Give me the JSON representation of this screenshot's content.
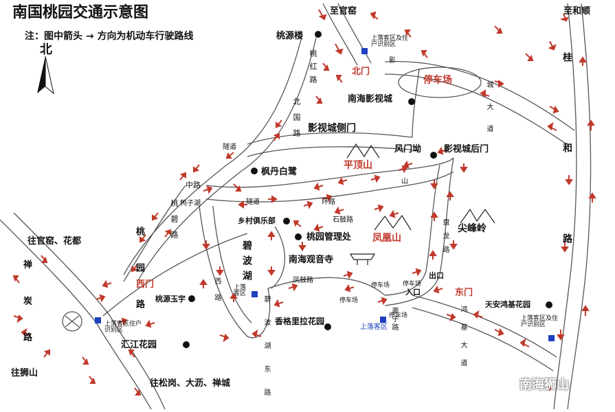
{
  "title": "南国桃园交通示意图",
  "note": "注：图中箭头 → 方向为机动车行驶路线",
  "north": "北",
  "watermark": "南海狮山",
  "directions": {
    "top": "至官窑",
    "top_right": "至和顺",
    "left": "往官窑、花都",
    "bottom_left": "往狮山",
    "bottom": "往松岗、大沥、禅城"
  },
  "roads": {
    "taoyuan_road": "桃园路",
    "guihe_road": "桂和路",
    "chan_tan_road": "禅炭路",
    "taohong_road": "桃红路",
    "beiguo_road": "北国路",
    "zhonglu": "中路",
    "taobi_road": "桃碧路",
    "huanlu": "环路",
    "shigu_road": "石鼓路",
    "panlong_road": "盘龙路",
    "bibo_lake_east": "碧波湖东路",
    "hongji_road": "鸿基大道",
    "hongji_road2": "鸿基大道",
    "suidao": "隧道",
    "suidao2": "隧道",
    "ying": "影",
    "chengdadao": "城大道",
    "haozi_road": "豪子路",
    "shan": "山",
    "feng_road": "凤鼓路",
    "xi_road": "西路"
  },
  "gates": {
    "north": "北门",
    "west": "西门",
    "east": "东门",
    "exit": "出口",
    "entrance": "入口"
  },
  "areas": {
    "parking_main": "停车场",
    "pingding": "平顶山",
    "fenghuang": "凤凰山",
    "jianfeng": "尖峰岭",
    "bibo": "碧波湖",
    "yazi_lake": "鸭子湖"
  },
  "landmarks": {
    "taoyuan_lou": "桃源楼",
    "nanhai_ying": "南海影视城",
    "ying_side": "影视城侧门",
    "fengmen": "风门坳",
    "ying_back": "影视城后门",
    "fengdan": "枫丹白鹭",
    "club": "乡村俱乐部",
    "mgmt": "桃园管理处",
    "guanyin": "南海观音寺",
    "yuyu": "桃源玉宇",
    "xiangge": "香格里拉花园",
    "huijiang": "汇江花园",
    "tianan": "天安鸿基花园"
  },
  "pickup": {
    "north": "上落客区及住户识别区",
    "west": "上落客区住户识别区",
    "east": "上落客区及住户识别区",
    "lake": "上落客区",
    "south": "上落客区"
  },
  "parking_lots": [
    "停车场",
    "停车场",
    "停车场",
    "停车场"
  ],
  "colors": {
    "arrow": "#c0392b",
    "road": "#555555",
    "pickup": "#1f3fbf",
    "label_red": "#c0392b"
  }
}
